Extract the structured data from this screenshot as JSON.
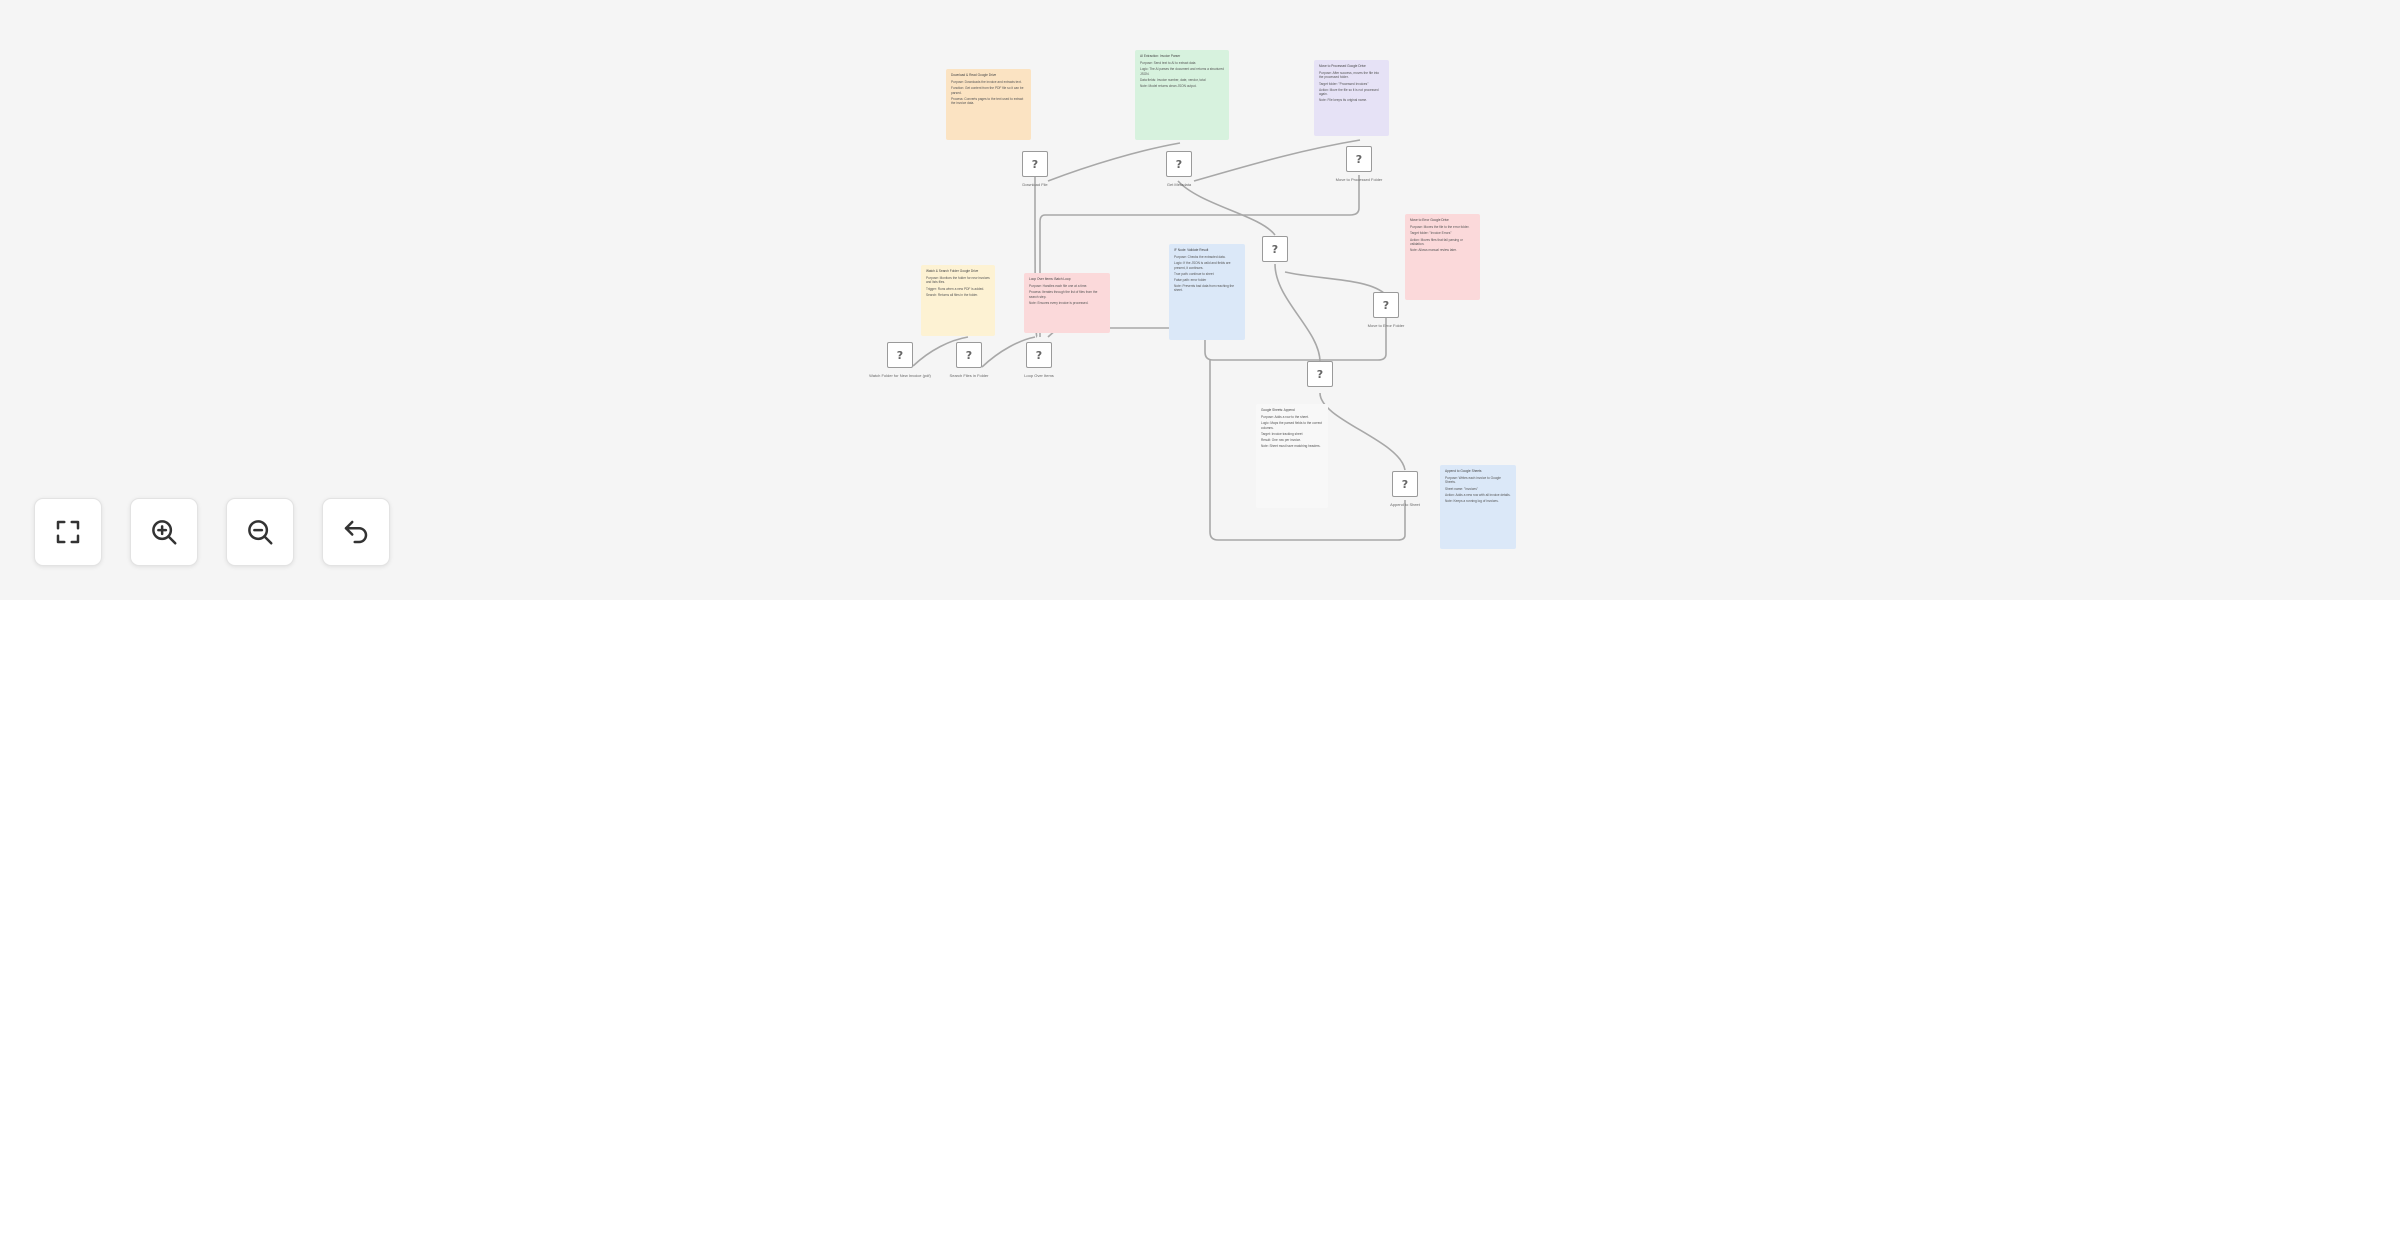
{
  "colors": {
    "canvas_bg": "#f5f5f5",
    "edge": "#a8a8a8",
    "node_border": "#9a9a9a",
    "sticky_orange": "#fbe3c2",
    "sticky_green": "#d7f2de",
    "sticky_purple": "#e6e2f6",
    "sticky_red": "#fbd9da",
    "sticky_yellow": "#fdf2d3",
    "sticky_blue": "#dbe8f8",
    "sticky_white": "#f8f8f8"
  },
  "nodes": [
    {
      "id": "n1",
      "symbol": "?",
      "label": "Download File"
    },
    {
      "id": "n2",
      "symbol": "?",
      "label": "Get Metadata"
    },
    {
      "id": "n3",
      "symbol": "?",
      "label": "Move to Processed Folder"
    },
    {
      "id": "n4",
      "symbol": "?",
      "label": ""
    },
    {
      "id": "n5",
      "symbol": "?",
      "label": "Move to Error Folder"
    },
    {
      "id": "n6",
      "symbol": "?",
      "label": "Watch Folder for New Invoice (pdf)"
    },
    {
      "id": "n7",
      "symbol": "?",
      "label": "Search Files in Folder"
    },
    {
      "id": "n8",
      "symbol": "?",
      "label": "Loop Over Items"
    },
    {
      "id": "n9",
      "symbol": "?",
      "label": ""
    },
    {
      "id": "n10",
      "symbol": "?",
      "label": "Append to Sheet"
    }
  ],
  "stickies": [
    {
      "id": "s-orange",
      "color": "sticky_orange",
      "lines": [
        "Download & Read Google Drive",
        "Purpose: Downloads the invoice and extracts text.",
        "Function: Get content from the PDF file so it can be parsed.",
        "Process: Converts pages to the text used to extract the invoice data."
      ]
    },
    {
      "id": "s-green",
      "color": "sticky_green",
      "lines": [
        "AI Extraction: Invoice Parser",
        "Purpose: Send text to AI to extract data",
        "Logic: The AI parses the document and returns a structured JSON.",
        "Data fields: Invoice number, date, vendor, total",
        "Note: Model returns clean JSON output."
      ]
    },
    {
      "id": "s-purple",
      "color": "sticky_purple",
      "lines": [
        "Move to Processed Google Drive",
        "Purpose: After success, moves the file into the processed folder.",
        "Target folder: \"Processed Invoices\"",
        "Action: Move the file so it is not processed again.",
        "Note: File keeps its original name."
      ]
    },
    {
      "id": "s-red-right",
      "color": "sticky_red",
      "lines": [
        "Move to Error Google Drive",
        "Purpose: Moves the file to the error folder.",
        "Target folder: \"Invoice Errors\"",
        "Action: Moves files that fail parsing or validation.",
        "Note: Allows manual review later."
      ]
    },
    {
      "id": "s-yellow",
      "color": "sticky_yellow",
      "lines": [
        "Watch & Search Folder Google Drive",
        "Purpose: Monitors the folder for new invoices and lists files.",
        "Trigger: Runs when a new PDF is added.",
        "Search: Returns all files in the folder."
      ]
    },
    {
      "id": "s-red-mid",
      "color": "sticky_red",
      "lines": [
        "Loop Over Items: Batch Loop",
        "Purpose: Handles each file one at a time.",
        "Process: Iterates through the list of files from the search step.",
        "Note: Ensures every invoice is processed."
      ]
    },
    {
      "id": "s-blue-mid",
      "color": "sticky_blue",
      "lines": [
        "IF Node: Validate Result",
        "Purpose: Checks the extracted data.",
        "Logic: If the JSON is valid and fields are present, it continues.",
        "True path: continue to sheet",
        "False path: error folder",
        "Note: Prevents bad data from reaching the sheet."
      ]
    },
    {
      "id": "s-white",
      "color": "sticky_white",
      "lines": [
        "Google Sheets: Append",
        "Purpose: Adds a row to the sheet.",
        "Logic: Maps the parsed fields to the correct columns.",
        "Target: Invoice tracking sheet",
        "Result: One row per invoice.",
        "Note: Sheet must have matching headers."
      ]
    },
    {
      "id": "s-blue-right",
      "color": "sticky_blue",
      "lines": [
        "Append to Google Sheets",
        "Purpose: Writes each invoice to Google Sheets.",
        "Sheet name: \"Invoices\"",
        "Action: Adds a new row with all invoice details.",
        "Note: Keeps a running log of invoices."
      ]
    }
  ],
  "controls": {
    "fit_view": {
      "icon": "fit-view-icon"
    },
    "zoom_in": {
      "icon": "zoom-in-icon"
    },
    "zoom_out": {
      "icon": "zoom-out-icon"
    },
    "reset_zoom": {
      "icon": "undo-icon"
    }
  }
}
